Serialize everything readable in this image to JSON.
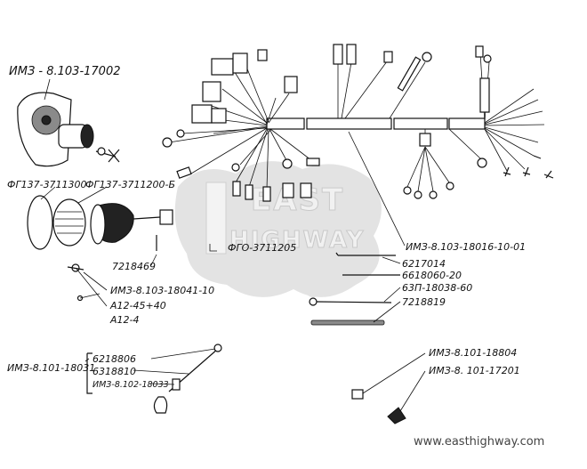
{
  "labels": {
    "imz_17002": "ИМЗ - 8.103-17002",
    "fg_3711300": "ФГ137-3711300",
    "fg_3711200b": "ФГ137-3711200-Б",
    "fgo_3711205": "ФГО-3711205",
    "p_7218469": "7218469",
    "imz_18041": "ИМЗ-8.103-18041-10",
    "a12_45_40": "А12-45+40",
    "a12_4": "А12-4",
    "imz_18016": "ИМЗ-8.103-18016-10-01",
    "p_6217014": "6217014",
    "p_6618060": "6618060-20",
    "p_63p_18038": "63П-18038-60",
    "p_7218819": "7218819",
    "imz_18031": "ИМЗ-8.101-18031",
    "p_6218806": "6218806",
    "p_6318810": "6318810",
    "imz_18033": "ИМЗ-8.102-18033",
    "imz_18804": "ИМЗ-8.101-18804",
    "imz_17201": "ИМЗ-8. 101-17201"
  },
  "watermark": {
    "line1": "EAST",
    "line2": "HIGHWAY",
    "url": "www.easthighway.com"
  }
}
